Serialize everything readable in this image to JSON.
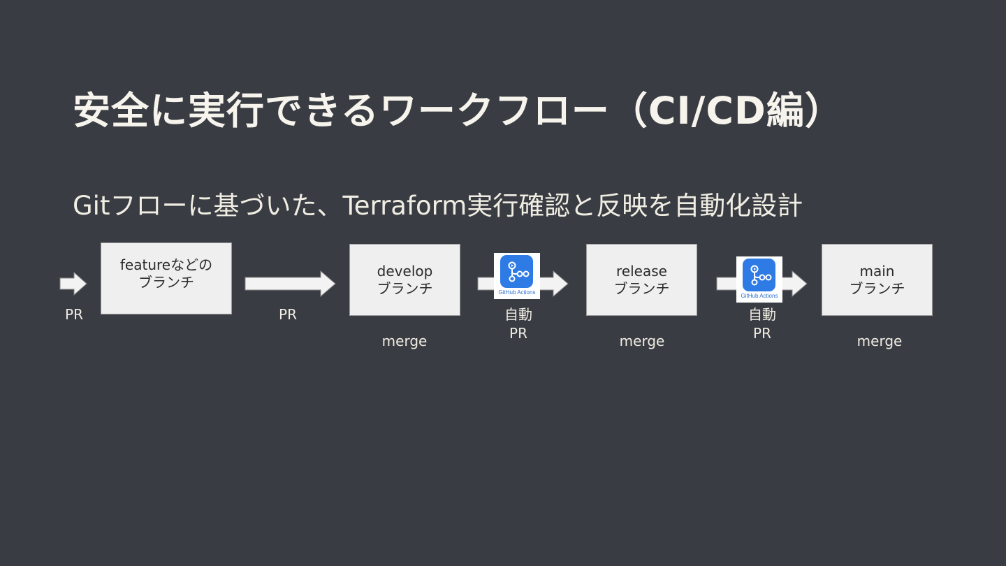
{
  "slide": {
    "title": "安全に実行できるワークフロー（CI/CD編）",
    "subtitle": "Gitフローに基づいた、Terraform実行確認と反映を自動化設計"
  },
  "flow": {
    "boxes": [
      {
        "line1": "featureなどの",
        "line2": "ブランチ"
      },
      {
        "line1": "develop",
        "line2": "ブランチ"
      },
      {
        "line1": "release",
        "line2": "ブランチ"
      },
      {
        "line1": "main",
        "line2": "ブランチ"
      }
    ],
    "labels": {
      "pr_in": "PR",
      "pr_feature": "PR",
      "auto1_top": "自動",
      "auto1_bottom": "PR",
      "auto2_top": "自動",
      "auto2_bottom": "PR",
      "merge_develop": "merge",
      "merge_release": "merge",
      "merge_main": "merge"
    },
    "github_actions": {
      "caption": "GitHub Actions",
      "icon": "github-actions-icon",
      "color": "#2e7be6"
    }
  }
}
